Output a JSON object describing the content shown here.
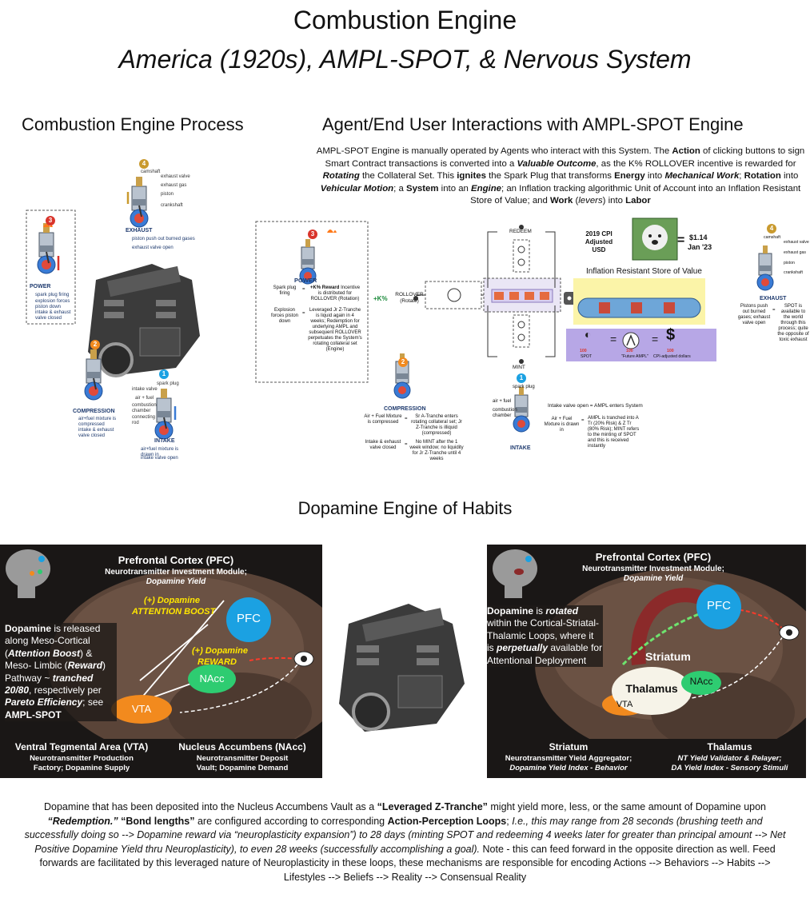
{
  "title": "Combustion Engine",
  "subtitle": "America (1920s), AMPL-SPOT, & Nervous System",
  "sections": {
    "process": "Combustion Engine Process",
    "agent": "Agent/End User Interactions with AMPL-SPOT Engine",
    "dopamine": "Dopamine Engine of Habits"
  },
  "agent_paragraph": [
    {
      "t": "AMPL-SPOT Engine is manually operated by Agents who interact with this System. The "
    },
    {
      "t": "Action",
      "b": true
    },
    {
      "t": " of clicking buttons to sign Smart Contract transactions is converted into a "
    },
    {
      "t": "Valuable Outcome",
      "b": true,
      "i": true
    },
    {
      "t": ", as the K% ROLLOVER incentive is rewarded for "
    },
    {
      "t": "Rotating",
      "b": true,
      "i": true
    },
    {
      "t": " the Collateral Set. This "
    },
    {
      "t": "ignites",
      "b": true
    },
    {
      "t": " the Spark Plug that transforms "
    },
    {
      "t": "Energy",
      "b": true
    },
    {
      "t": " into "
    },
    {
      "t": "Mechanical Work",
      "b": true,
      "i": true
    },
    {
      "t": "; "
    },
    {
      "t": "Rotation",
      "b": true
    },
    {
      "t": " into "
    },
    {
      "t": "Vehicular Motion",
      "b": true,
      "i": true
    },
    {
      "t": "; a "
    },
    {
      "t": "System",
      "b": true
    },
    {
      "t": " into an "
    },
    {
      "t": "Engine",
      "b": true,
      "i": true
    },
    {
      "t": "; an Inflation tracking algorithmic Unit of Account into an Inflation Resistant Store of Value; and "
    },
    {
      "t": "Work",
      "b": true
    },
    {
      "t": " ("
    },
    {
      "t": "levers",
      "i": true
    },
    {
      "t": ") into "
    },
    {
      "t": "Labor",
      "b": true
    }
  ],
  "process": {
    "exhaust": {
      "num": "4",
      "title": "EXHAUST",
      "labels": [
        "camshaft",
        "exhaust valve",
        "exhaust gas",
        "piston",
        "crankshaft"
      ],
      "bullets": [
        "piston push out burned gases",
        "exhaust valve open"
      ]
    },
    "power": {
      "num": "3",
      "title": "POWER",
      "bullets": [
        "spark plug firing",
        "explosion forces piston down",
        "intake & exhaust valve closed"
      ]
    },
    "compression": {
      "num": "2",
      "title": "COMPRESSION",
      "bullets": [
        "air+fuel mixture is compressed",
        "intake & exhaust valve closed"
      ]
    },
    "intake": {
      "num": "1",
      "title": "INTAKE",
      "labels": [
        "spark plug",
        "intake valve",
        "air + fuel",
        "combustion chamber",
        "connecting rod"
      ],
      "bullets": [
        "air+fuel mixture is drawn in",
        "intake valve open"
      ]
    }
  },
  "agent": {
    "power": {
      "num": "3",
      "title": "POWER",
      "row1_left": "Spark plug firing",
      "row1_right_b": "+K% Reward",
      "row1_right": " Incentive is distributed for ROLLOVER (Rotation)",
      "row2_left": "Explosion forces piston down",
      "row2_right": "Leveraged Jr Z-Tranche is liquid again in 4 weeks; Redemption for underlying AMPL and subsequent ROLLOVER perpetuates the System's rotating collateral set (Engine)"
    },
    "kpct": "+K%",
    "rollover": "ROLLOVER (Rotate)",
    "redeem": "REDEEM",
    "mint": "MINT",
    "compression": {
      "num": "2",
      "title": "COMPRESSION",
      "row1_left": "Air + Fuel Mixture is compressed",
      "row1_right": "Sr A-Tranche enters rotating collateral set; Jr Z-Tranche is illiquid (compressed)",
      "row2_left": "Intake & exhaust valve closed",
      "row2_right": "No MINT after the 1 week window; no liquidity for Jr Z-Tranche until 4 weeks"
    },
    "intake": {
      "num": "1",
      "title": "INTAKE",
      "labels": [
        "spark plug",
        "air + fuel",
        "combustion chamber"
      ],
      "row1": "Intake valve open = AMPL enters System",
      "row2_left": "Air + Fuel Mixture is drawn in",
      "row2_right": "AMPL is tranched into A Tr (20% Risk) & Z Tr (80% Risk); MINT refers to the minting of SPOT and this is received instantly"
    },
    "cpi": {
      "label": "2019 CPI Adjusted USD",
      "eq": "=",
      "value": "$1.14",
      "date": "Jan '23"
    },
    "store": "Inflation Resistant Store of Value",
    "equation": {
      "a_num": "100",
      "a_lbl": "SPOT",
      "b_num": "100",
      "b_lbl": "\"Future AMPL\"",
      "c_num": "100",
      "c_lbl": "CPI-adjusted dollars",
      "eq": "="
    },
    "exhaust": {
      "num": "4",
      "title": "EXHAUST",
      "labels": [
        "camshaft",
        "exhaust valve",
        "exhaust gas",
        "piston",
        "crankshaft"
      ],
      "left": "Pistons push out burned gases; exhaust valve open",
      "eq": "=",
      "right": "SPOT is available to the world through this process; quite the opposite of toxic exhaust"
    }
  },
  "left_panel": {
    "pfc_title": "Prefrontal Cortex (PFC)",
    "pfc_sub": "Neurotransmitter Investment Module;",
    "pfc_sub2": "Dopamine Yield",
    "boost1": "(+) Dopamine",
    "boost2": "ATTENTION BOOST",
    "reward1": "(+) Dopamine",
    "reward2": "REWARD",
    "pfc": "PFC",
    "nacc": "NAcc",
    "vta": "VTA",
    "text": [
      {
        "t": "Dopamine",
        "b": true
      },
      {
        "t": " is released along Meso-Cortical ("
      },
      {
        "t": "Attention Boost",
        "b": true,
        "i": true
      },
      {
        "t": ") & Meso- Limbic ("
      },
      {
        "t": "Reward",
        "b": true,
        "i": true
      },
      {
        "t": ") Pathway ~ "
      },
      {
        "t": "tranched 20/80",
        "b": true,
        "i": true
      },
      {
        "t": ", respectively per "
      },
      {
        "t": "Pareto Efficiency",
        "b": true,
        "i": true
      },
      {
        "t": "; see "
      },
      {
        "t": "AMPL-SPOT",
        "b": true
      }
    ],
    "vta_title": "Ventral Tegmental Area (VTA)",
    "vta_sub": "Neurotransmitter Production",
    "vta_sub2": "Factory; Dopamine Supply",
    "nacc_title": "Nucleus Accumbens (NAcc)",
    "nacc_sub": "Neurotransmitter Deposit",
    "nacc_sub2": "Vault; Dopamine Demand"
  },
  "right_panel": {
    "pfc_title": "Prefrontal Cortex (PFC)",
    "pfc_sub": "Neurotransmitter Investment Module;",
    "pfc_sub2": "Dopamine Yield",
    "pfc": "PFC",
    "striatum": "Striatum",
    "thalamus": "Thalamus",
    "nacc": "NAcc",
    "vta": "VTA",
    "text": [
      {
        "t": "Dopamine",
        "b": true
      },
      {
        "t": " is "
      },
      {
        "t": "rotated",
        "b": true,
        "i": true
      },
      {
        "t": " within the Cortical-Striatal-Thalamic Loops, where it is "
      },
      {
        "t": "perpetually",
        "b": true,
        "i": true
      },
      {
        "t": " available for Attentional Deployment"
      }
    ],
    "str_title": "Striatum",
    "str_sub": "Neurotransmitter Yield Aggregator;",
    "str_sub2": "Dopamine Yield Index - Behavior",
    "thal_title": "Thalamus",
    "thal_sub": "NT Yield Validator & Relayer;",
    "thal_sub2": "DA Yield Index - Sensory Stimuli"
  },
  "bottom_paragraph": [
    {
      "t": "Dopamine that has been deposited into the Nucleus Accumbens Vault as a "
    },
    {
      "t": "“Leveraged Z-Tranche”",
      "b": true
    },
    {
      "t": " might yield more, less, or the same amount of Dopamine upon "
    },
    {
      "t": "“Redemption.”",
      "b": true,
      "i": true
    },
    {
      "t": " "
    },
    {
      "t": "“Bond lengths”",
      "b": true
    },
    {
      "t": " are configured according to corresponding "
    },
    {
      "t": "Action-Perception Loops",
      "b": true
    },
    {
      "t": "; "
    },
    {
      "t": "I.e., this may range from 28 seconds (brushing teeth and successfully doing so --> Dopamine reward via “neuroplasticity expansion”) to 28 days (minting SPOT and redeeming 4 weeks later for greater than principal amount --> Net Positive Dopamine Yield thru Neuroplasticity), to even 28 weeks (successfully accomplishing a goal).",
      "i": true
    },
    {
      "t": " Note - this can feed forward in the opposite direction as well. Feed forwards are facilitated by this leveraged nature of Neuroplasticity in these loops, these mechanisms are responsible for encoding Actions --> Behaviors --> Habits --> Lifestyles --> Beliefs --> Reality --> Consensual Reality"
    }
  ],
  "colors": {
    "orange": "#f28a1e",
    "green": "#2ecc71",
    "blue": "#1ba1e2",
    "yellow": "#ffe600",
    "dark": "#1a1716",
    "red": "#d9342b",
    "gold": "#c99a2e",
    "piston_blue": "#3a7bd5",
    "maroon": "#8b2a2a"
  },
  "icons": [
    "engine-block-icon",
    "cylinder-icon",
    "fire-icon",
    "agent-icon",
    "head-icon",
    "eye-icon",
    "robot-icon",
    "dog-bill-icon",
    "lambda-icon",
    "dollar-icon"
  ]
}
